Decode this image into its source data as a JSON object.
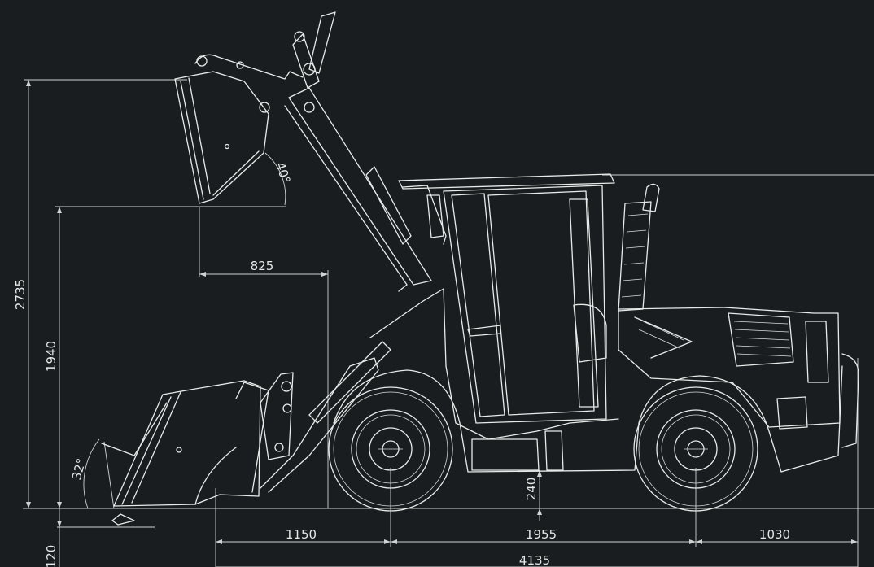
{
  "dimensions": {
    "total_height": "2735",
    "hinge_height": "1940",
    "reach": "825",
    "dump_angle": "40°",
    "rollback_angle": "32°",
    "ground_clearance": "240",
    "dig_depth": "120",
    "front_overhang": "1150",
    "wheelbase": "1955",
    "rear_overhang": "1030",
    "overall_length": "4135"
  },
  "colors": {
    "background": "#1a1d1f",
    "line": "#e8eaea"
  }
}
